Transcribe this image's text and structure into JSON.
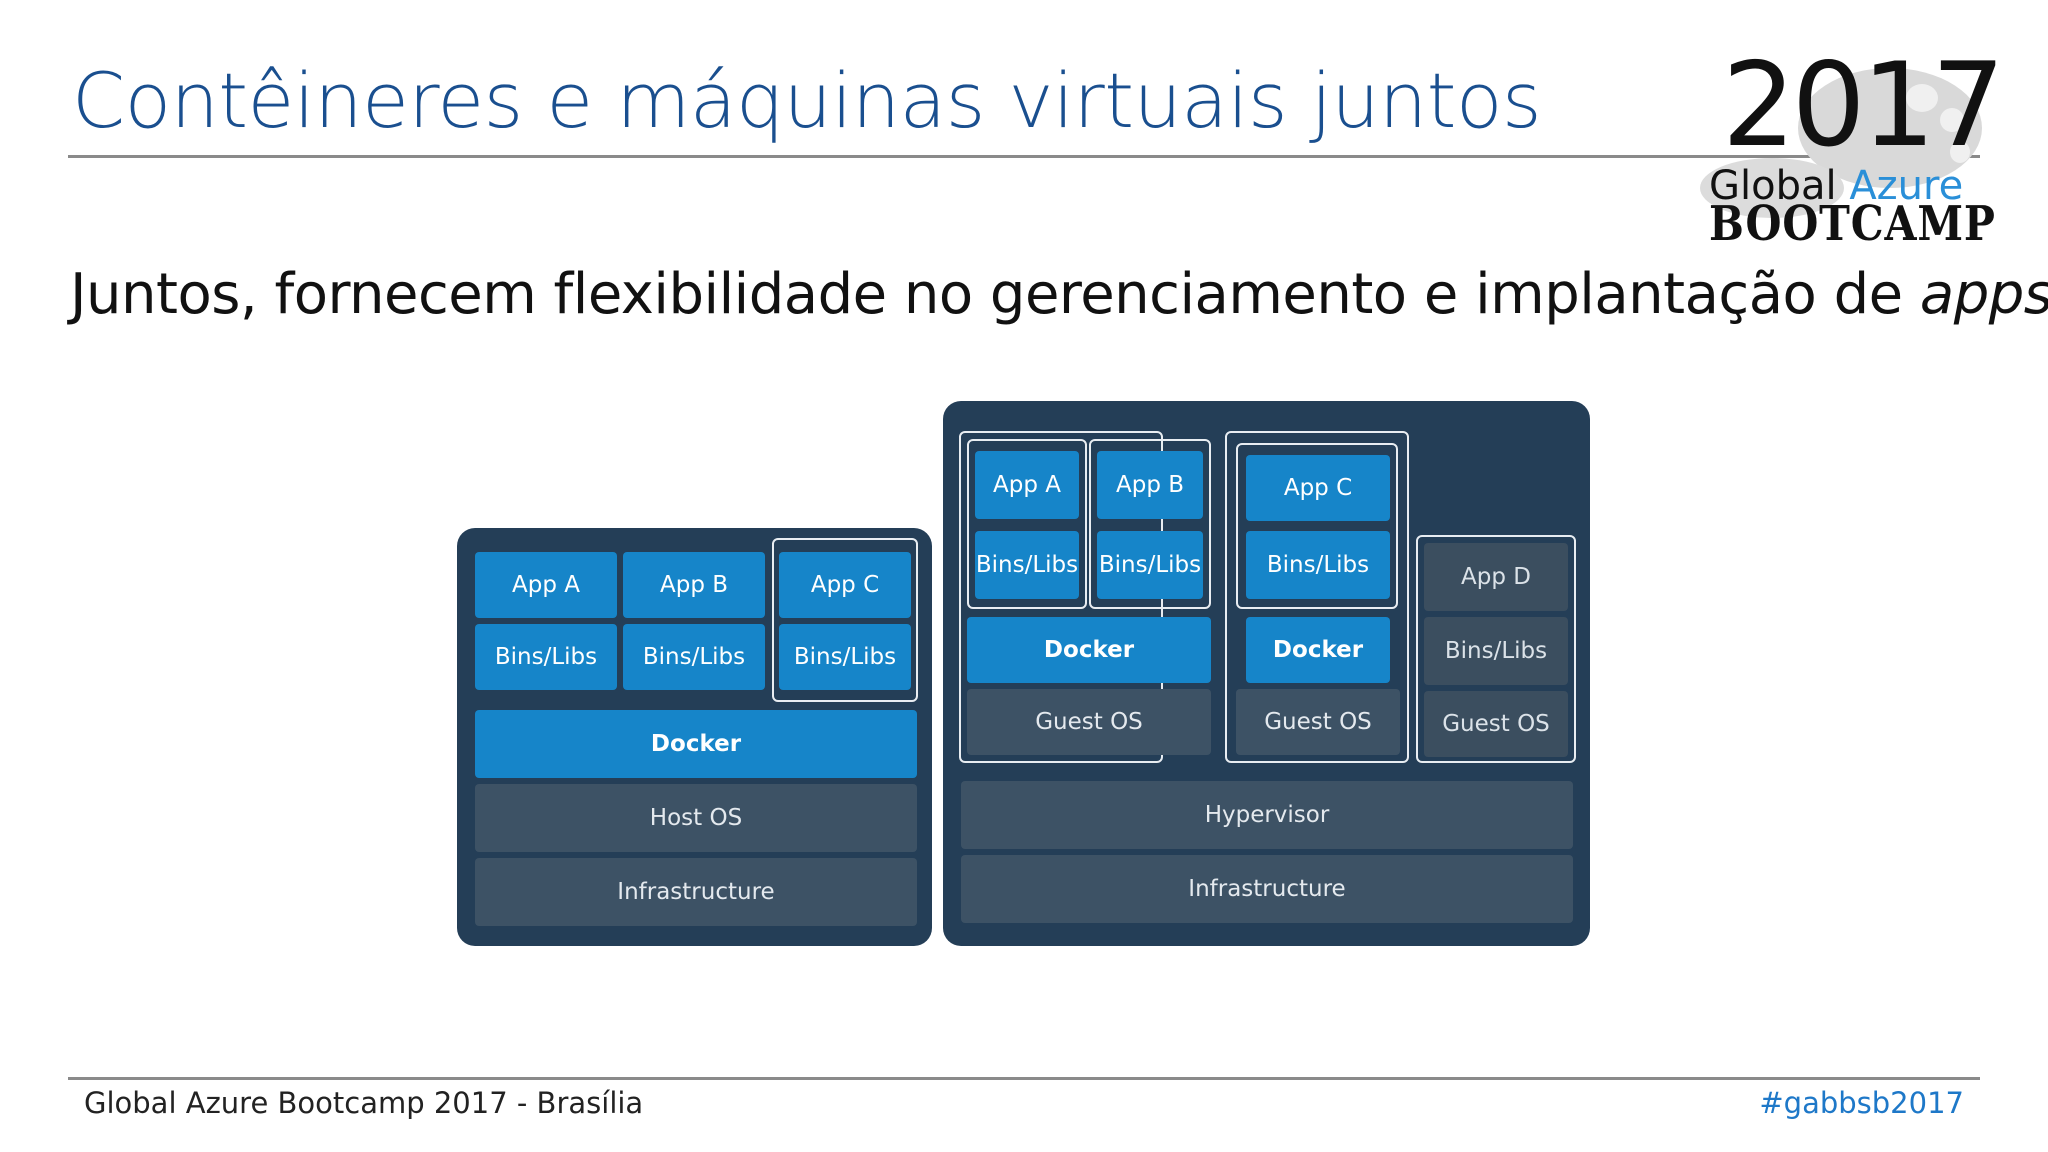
{
  "header": {
    "title": "Contêineres e máquinas virtuais juntos",
    "subtitle_main": "Juntos, fornecem flexibilidade no gerenciamento e implantação de ",
    "subtitle_italic": "apps"
  },
  "logo": {
    "year": "2017",
    "name_plain": "Global ",
    "name_accent": "Azure",
    "bootcamp": "BOOTCAMP"
  },
  "diagram": {
    "containers_host": {
      "apps": [
        {
          "app": "App A",
          "libs": "Bins/Libs"
        },
        {
          "app": "App B",
          "libs": "Bins/Libs"
        },
        {
          "app": "App C",
          "libs": "Bins/Libs"
        }
      ],
      "docker": "Docker",
      "host_os": "Host OS",
      "infrastructure": "Infrastructure"
    },
    "vm_host": {
      "vm1": {
        "apps": [
          {
            "app": "App A",
            "libs": "Bins/Libs"
          },
          {
            "app": "App B",
            "libs": "Bins/Libs"
          }
        ],
        "docker": "Docker",
        "guest_os": "Guest OS"
      },
      "vm2": {
        "app": "App C",
        "libs": "Bins/Libs",
        "docker": "Docker",
        "guest_os": "Guest OS"
      },
      "vm3": {
        "app": "App D",
        "libs": "Bins/Libs",
        "guest_os": "Guest OS"
      },
      "hypervisor": "Hypervisor",
      "infrastructure": "Infrastructure"
    }
  },
  "footer": {
    "left": "Global Azure Bootcamp 2017 - Brasília",
    "right": "#gabbsb2017"
  },
  "colors": {
    "title": "#1a4f8f",
    "panel": "#243e57",
    "docker_blue": "#1685c9",
    "slate": "#3d5265",
    "hashtag": "#1e78c8"
  }
}
